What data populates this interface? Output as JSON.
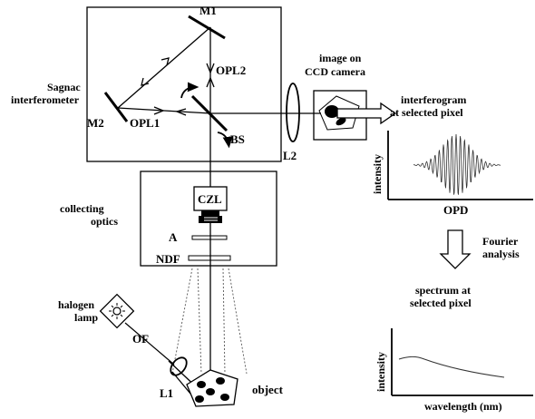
{
  "labels": {
    "m1": "M1",
    "m2": "M2",
    "opl1": "OPL1",
    "opl2": "OPL2",
    "bs": "BS",
    "sagnac_line1": "Sagnac",
    "sagnac_line2": "interferometer",
    "ccd_line1": "image on",
    "ccd_line2": "CCD camera",
    "l2": "L2",
    "interferogram_line1": "interferogram",
    "interferogram_line2": "at selected pixel",
    "intensity_top": "intensity",
    "opd": "OPD",
    "fourier_line1": "Fourier",
    "fourier_line2": "analysis",
    "spectrum_line1": "spectrum at",
    "spectrum_line2": "selected pixel",
    "intensity_bottom": "intensity",
    "wavelength": "wavelength (nm)",
    "collecting_line1": "collecting",
    "collecting_line2": "optics",
    "czl": "CZL",
    "a": "A",
    "ndf": "NDF",
    "halogen_line1": "halogen",
    "halogen_line2": "lamp",
    "of": "OF",
    "l1": "L1",
    "object": "object"
  },
  "chart_data": [
    {
      "type": "line",
      "title": "interferogram at selected pixel",
      "xlabel": "OPD",
      "ylabel": "intensity",
      "description": "oscillating interferogram centered at zero OPD with a decaying envelope"
    },
    {
      "type": "line",
      "title": "spectrum at selected pixel",
      "xlabel": "wavelength (nm)",
      "ylabel": "intensity",
      "description": "smooth spectrum with a broad maximum near the short-wavelength end, decreasing gradually toward longer wavelengths"
    }
  ]
}
